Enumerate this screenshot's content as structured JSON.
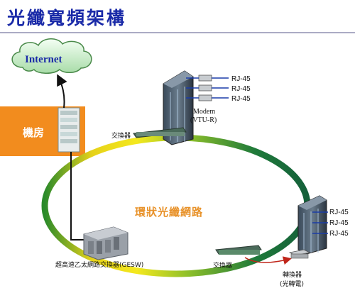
{
  "title": "光纖寬頻架構",
  "internet_label": "Internet",
  "machine_room_label": "機房",
  "ring_label": "環狀光纖網路",
  "top_switch_label": "交換器",
  "modem_label_line1": "Modem",
  "modem_label_line2": "(VTU-R)",
  "top_ports": [
    "RJ-45",
    "RJ-45",
    "RJ-45"
  ],
  "bottom_ports": [
    "RJ-45",
    "RJ-45",
    "RJ-45"
  ],
  "gesw_label": "超高速乙太網路交換器(GESW)",
  "bottom_switch_label": "交換器",
  "converter_label_line1": "轉換器",
  "converter_label_line2": "(光轉電)",
  "colors": {
    "title": "#1a2aa8",
    "machine_room": "#f28c1e",
    "ring_label": "#e8922a",
    "ring_green": "#1f7a2a",
    "ring_yellow": "#f2e61a"
  }
}
